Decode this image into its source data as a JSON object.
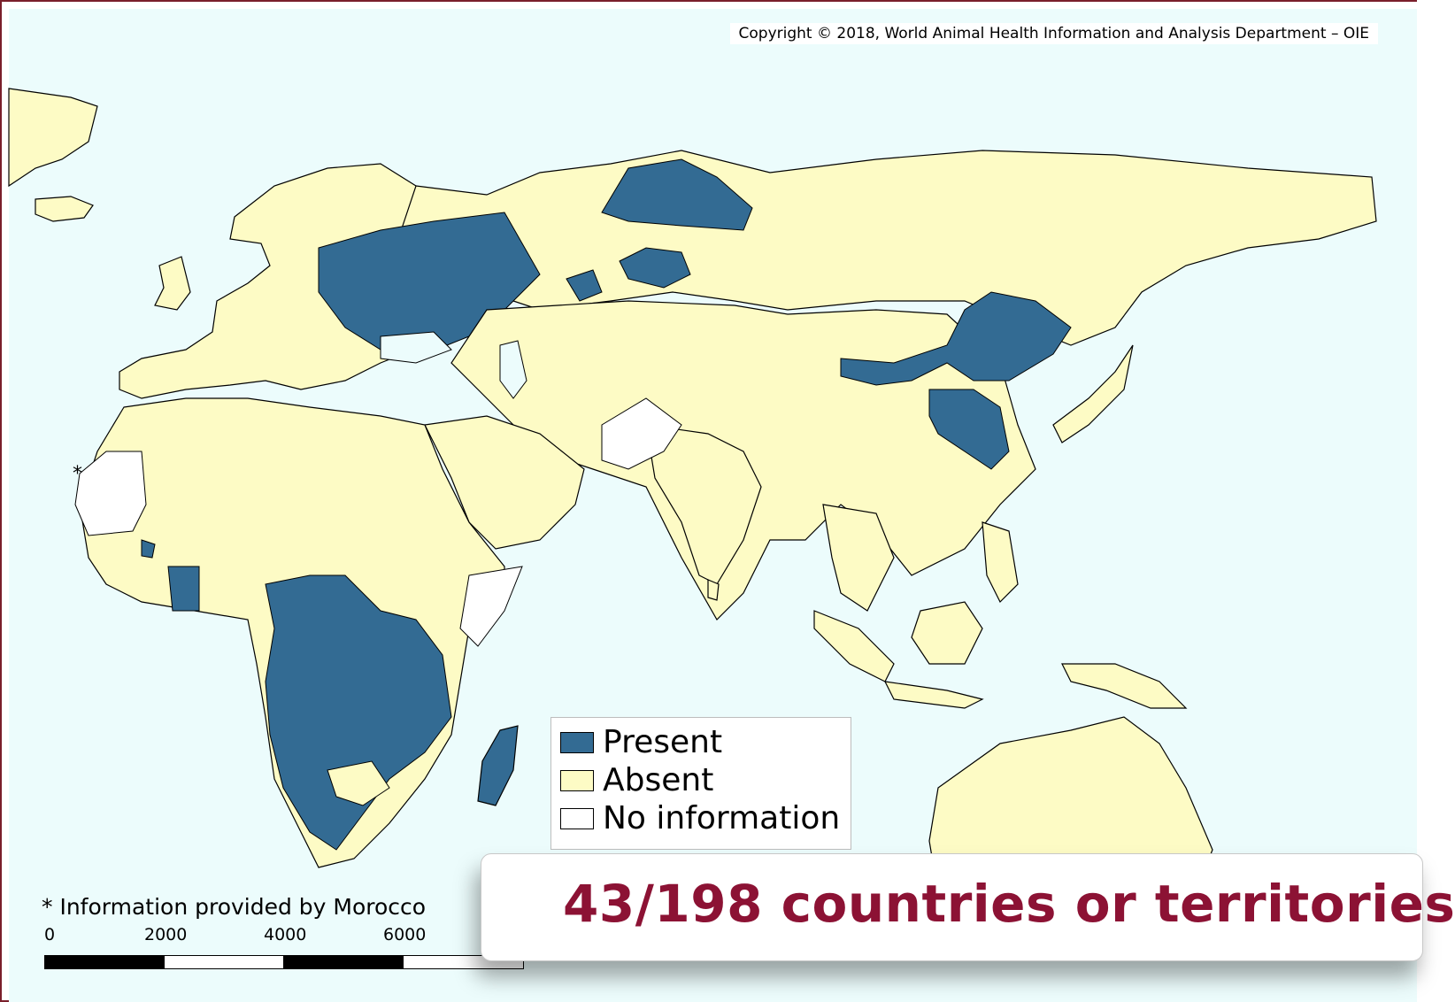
{
  "copyright": "Copyright © 2018, World Animal Health Information and Analysis Department – OIE",
  "legend": {
    "items": [
      {
        "label": "Present",
        "color": "#336b93"
      },
      {
        "label": "Absent",
        "color": "#fdfbc5"
      },
      {
        "label": "No information",
        "color": "#ffffff"
      }
    ]
  },
  "colors": {
    "ocean": "#ecfcfc",
    "present": "#336b93",
    "absent": "#fdfbc5",
    "no_information": "#ffffff",
    "border": "#000000",
    "frame": "#7a1f2b",
    "banner_text": "#8c1234"
  },
  "footnote": "* Information provided by Morocco",
  "scale_bar": {
    "labels": [
      "0",
      "2000",
      "4000",
      "6000"
    ]
  },
  "summary": "43/198 countries or territories"
}
